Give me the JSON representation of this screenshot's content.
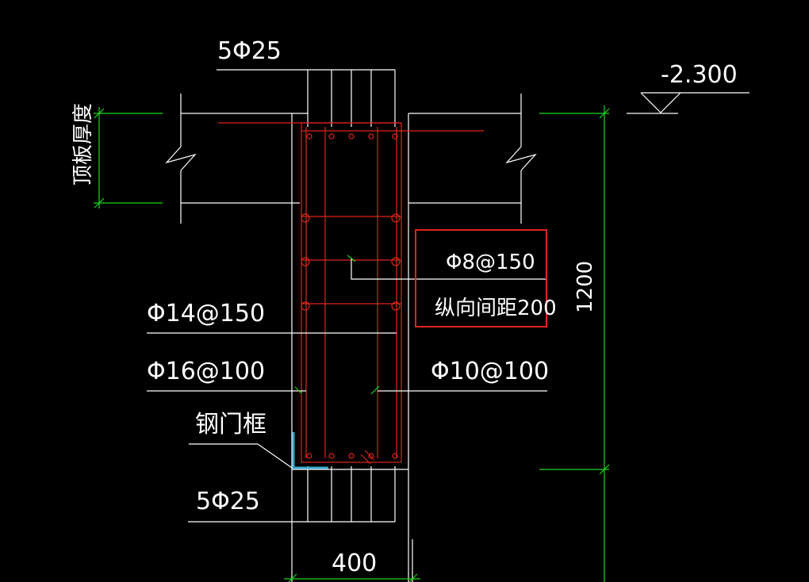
{
  "labels": {
    "top_bars": "5Φ25",
    "bottom_bars": "5Φ25",
    "elevation": "-2.300",
    "slab_thickness": "顶板厚度",
    "stirrup": "Φ8@150",
    "longitudinal_spacing": "纵向间距200",
    "rebar_left_1": "Φ14@150",
    "rebar_left_2": "Φ16@100",
    "rebar_right": "Φ10@100",
    "door_frame": "钢门框",
    "height_dim": "1200",
    "width_dim": "400"
  },
  "colors": {
    "background": "#000000",
    "line": "#ffffff",
    "rebar": "#e0241c",
    "dimension": "#1bd51b",
    "highlight_box": "#e0241c",
    "steel_frame": "#3aa7c9"
  }
}
